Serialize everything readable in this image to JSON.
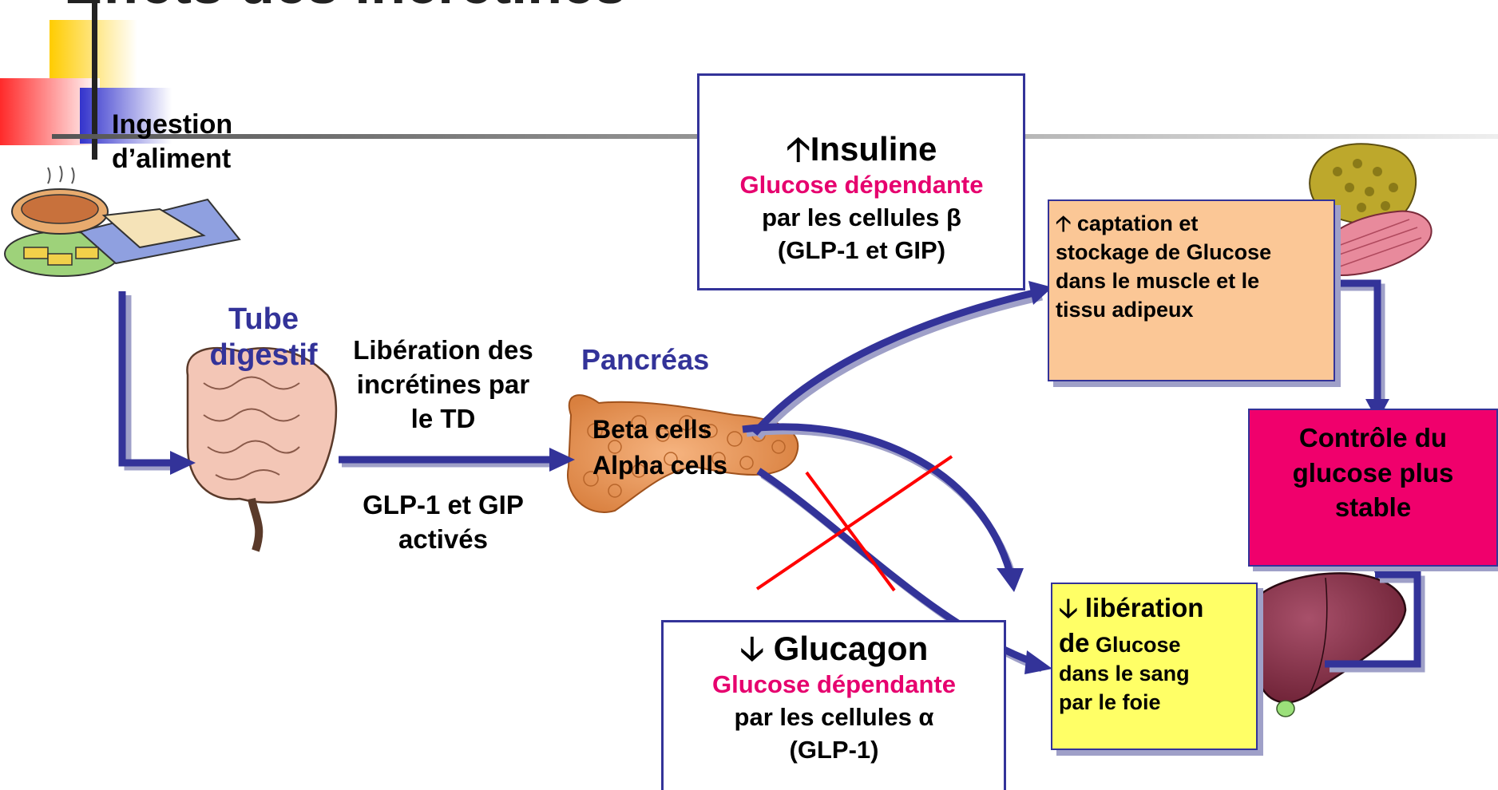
{
  "title_partial": "Effets des incrétines",
  "ingestion": {
    "line1": "Ingestion",
    "line2": "d’aliment"
  },
  "tube": {
    "line1": "Tube",
    "line2": "digestif"
  },
  "liberation": {
    "line1": "Libération des",
    "line2": "incrétines par",
    "line3": "le TD"
  },
  "glp_active": {
    "line1": "GLP-1 et GIP",
    "line2": "activés"
  },
  "pancreas": {
    "label": "Pancréas",
    "beta": "Beta cells",
    "alpha": "Alpha cells"
  },
  "insuline_box": {
    "arrow": "🡡",
    "title": "Insuline",
    "subtitle": "Glucose dépendante",
    "line1": "par les cellules β",
    "line2": "(GLP-1 et GIP)"
  },
  "glucagon_box": {
    "arrow": "🡣",
    "title": "Glucagon",
    "subtitle": "Glucose dépendante",
    "line1": "par les cellules α",
    "line2": "(GLP-1)"
  },
  "captation_box": {
    "arrow": "🡡",
    "line1": "captation et",
    "line2": "stockage de Glucose",
    "line3": "dans le muscle et le",
    "line4": "tissu adipeux"
  },
  "liberation_box": {
    "arrow": "🡣",
    "line1": "libération",
    "line2a": "de",
    "line2b": "Glucose",
    "line3": "dans le sang",
    "line4": "par le foie"
  },
  "controle_box": {
    "line1": "Contrôle du",
    "line2": "glucose plus",
    "line3": "stable"
  },
  "colors": {
    "arrow_blue": "#333399",
    "arrow_shadow": "#9fa0c8",
    "pink": "#e6006e",
    "captation_fill": "#fbc796",
    "liberation_fill": "#ffff66",
    "controle_fill": "#f0006c",
    "cross_red": "#ff0000"
  }
}
